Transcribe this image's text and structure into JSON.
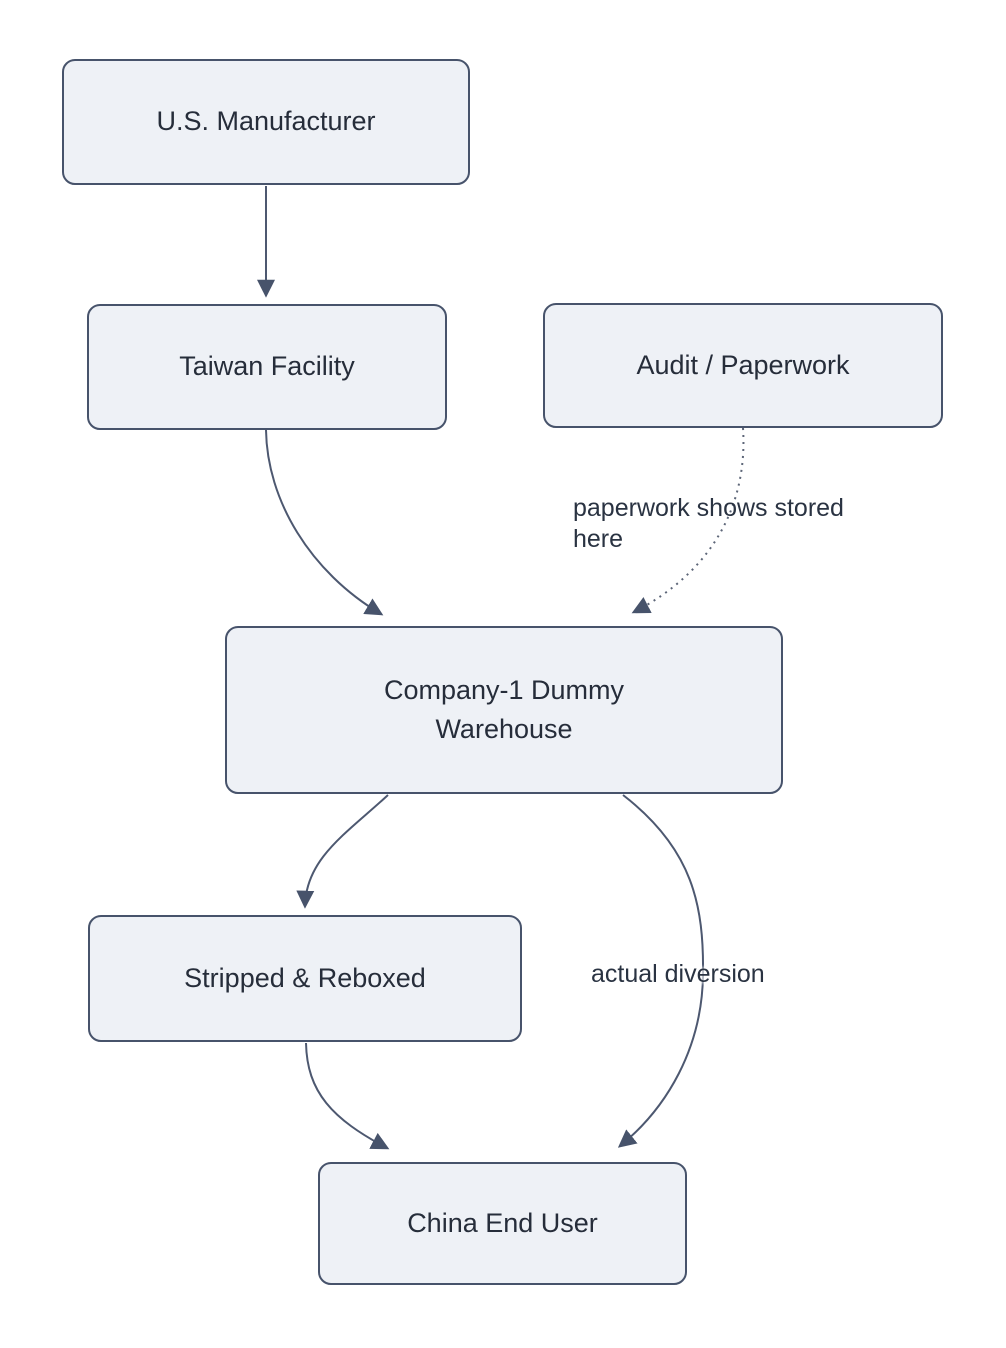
{
  "diagram": {
    "type": "flowchart",
    "direction": "top-down",
    "background": "#ffffff",
    "colors": {
      "node_fill": "#eef1f6",
      "node_border": "#47536b",
      "edge_solid": "#4d5870",
      "edge_dotted": "#5d6678",
      "arrowhead": "#47536b",
      "text": "#262d3a"
    },
    "nodes": [
      {
        "id": "us-manufacturer",
        "label": "U.S. Manufacturer"
      },
      {
        "id": "taiwan-facility",
        "label": "Taiwan Facility"
      },
      {
        "id": "audit-paperwork",
        "label": "Audit / Paperwork"
      },
      {
        "id": "company1-dummy-warehouse",
        "label": "Company-1 Dummy Warehouse"
      },
      {
        "id": "stripped-reboxed",
        "label": "Stripped & Reboxed"
      },
      {
        "id": "china-end-user",
        "label": "China End User"
      }
    ],
    "edges": [
      {
        "from": "us-manufacturer",
        "to": "taiwan-facility",
        "style": "solid",
        "label": ""
      },
      {
        "from": "taiwan-facility",
        "to": "company1-dummy-warehouse",
        "style": "solid",
        "label": ""
      },
      {
        "from": "audit-paperwork",
        "to": "company1-dummy-warehouse",
        "style": "dotted",
        "label": "paperwork shows stored here"
      },
      {
        "from": "company1-dummy-warehouse",
        "to": "stripped-reboxed",
        "style": "solid",
        "label": ""
      },
      {
        "from": "company1-dummy-warehouse",
        "to": "china-end-user",
        "style": "solid",
        "label": "actual diversion"
      },
      {
        "from": "stripped-reboxed",
        "to": "china-end-user",
        "style": "solid",
        "label": ""
      }
    ]
  }
}
